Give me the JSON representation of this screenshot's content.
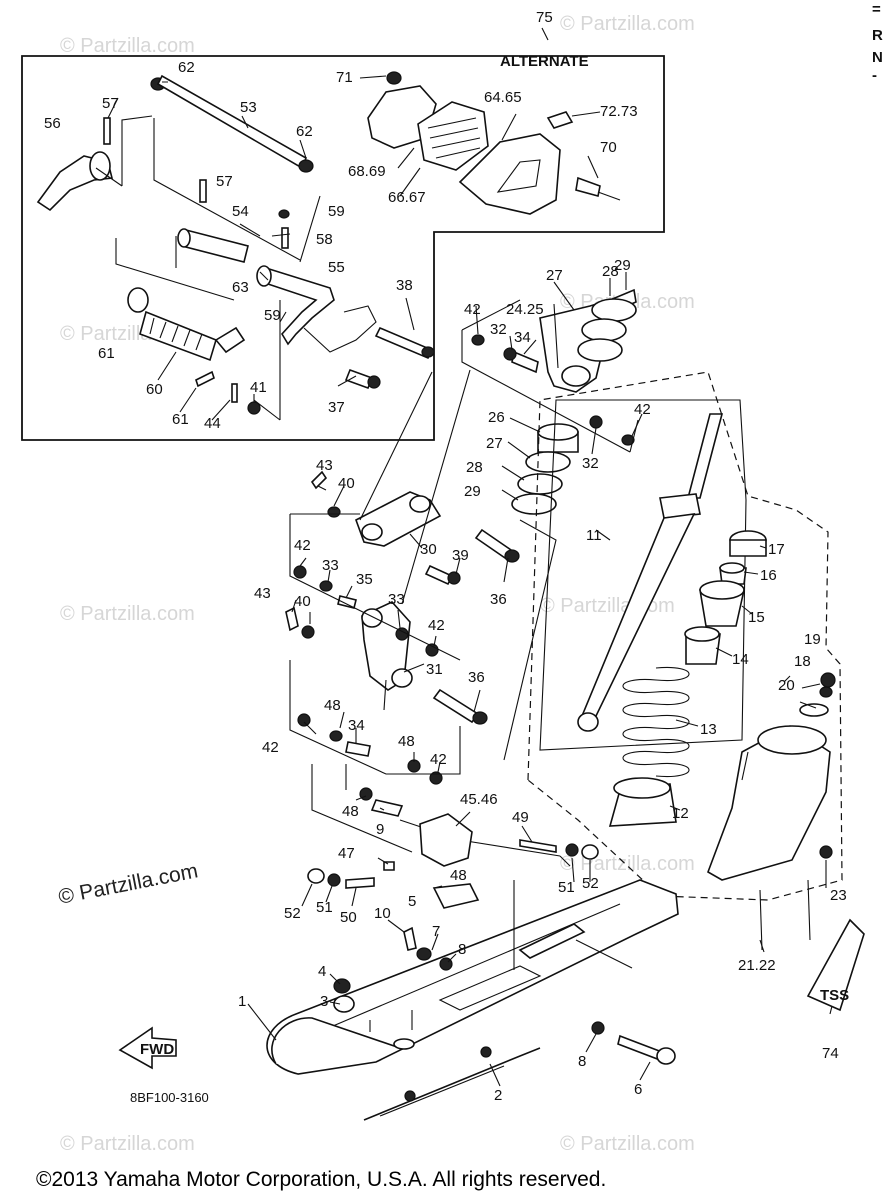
{
  "diagram": {
    "alternate_label": "ALTERNATE",
    "drawing_code": "8BF100-3160",
    "fwd_label": "FWD",
    "tag_label": "TSS",
    "watermark_dark": "© Partzilla.com",
    "watermark_light": "© Partzilla.com",
    "copyright": "©2013  Yamaha Motor Corporation, U.S.A. All rights reserved.",
    "edge_marks": [
      "=",
      "R",
      "N",
      "-"
    ]
  },
  "callouts": [
    {
      "id": "c75",
      "text": "75"
    },
    {
      "id": "c62a",
      "text": "62"
    },
    {
      "id": "c57a",
      "text": "57"
    },
    {
      "id": "c53",
      "text": "53"
    },
    {
      "id": "c56",
      "text": "56"
    },
    {
      "id": "c62b",
      "text": "62"
    },
    {
      "id": "c71",
      "text": "71"
    },
    {
      "id": "c6465",
      "text": "64.65"
    },
    {
      "id": "c7273",
      "text": "72.73"
    },
    {
      "id": "c70",
      "text": "70"
    },
    {
      "id": "c6869",
      "text": "68.69"
    },
    {
      "id": "c6667",
      "text": "66.67"
    },
    {
      "id": "c57b",
      "text": "57"
    },
    {
      "id": "c59a",
      "text": "59"
    },
    {
      "id": "c54",
      "text": "54"
    },
    {
      "id": "c58",
      "text": "58"
    },
    {
      "id": "c55",
      "text": "55"
    },
    {
      "id": "c63",
      "text": "63"
    },
    {
      "id": "c38",
      "text": "38"
    },
    {
      "id": "c59b",
      "text": "59"
    },
    {
      "id": "c61a",
      "text": "61"
    },
    {
      "id": "c60",
      "text": "60"
    },
    {
      "id": "c41",
      "text": "41"
    },
    {
      "id": "c61b",
      "text": "61"
    },
    {
      "id": "c44",
      "text": "44"
    },
    {
      "id": "c37",
      "text": "37"
    },
    {
      "id": "c27a",
      "text": "27"
    },
    {
      "id": "c28a",
      "text": "28"
    },
    {
      "id": "c29a",
      "text": "29"
    },
    {
      "id": "c42a",
      "text": "42"
    },
    {
      "id": "c2425",
      "text": "24.25"
    },
    {
      "id": "c32a",
      "text": "32"
    },
    {
      "id": "c34a",
      "text": "34"
    },
    {
      "id": "c42b",
      "text": "42"
    },
    {
      "id": "c26",
      "text": "26"
    },
    {
      "id": "c27b",
      "text": "27"
    },
    {
      "id": "c32b",
      "text": "32"
    },
    {
      "id": "c28b",
      "text": "28"
    },
    {
      "id": "c29b",
      "text": "29"
    },
    {
      "id": "c11",
      "text": "11"
    },
    {
      "id": "c43a",
      "text": "43"
    },
    {
      "id": "c40a",
      "text": "40"
    },
    {
      "id": "c30",
      "text": "30"
    },
    {
      "id": "c39",
      "text": "39"
    },
    {
      "id": "c42c",
      "text": "42"
    },
    {
      "id": "c33a",
      "text": "33"
    },
    {
      "id": "c35",
      "text": "35"
    },
    {
      "id": "c36a",
      "text": "36"
    },
    {
      "id": "c17",
      "text": "17"
    },
    {
      "id": "c16",
      "text": "16"
    },
    {
      "id": "c43b",
      "text": "43"
    },
    {
      "id": "c40b",
      "text": "40"
    },
    {
      "id": "c33b",
      "text": "33"
    },
    {
      "id": "c42d",
      "text": "42"
    },
    {
      "id": "c15",
      "text": "15"
    },
    {
      "id": "c31",
      "text": "31"
    },
    {
      "id": "c14",
      "text": "14"
    },
    {
      "id": "c19",
      "text": "19"
    },
    {
      "id": "c18",
      "text": "18"
    },
    {
      "id": "c20",
      "text": "20"
    },
    {
      "id": "c36b",
      "text": "36"
    },
    {
      "id": "c48a",
      "text": "48"
    },
    {
      "id": "c34b",
      "text": "34"
    },
    {
      "id": "c42e",
      "text": "42"
    },
    {
      "id": "c13",
      "text": "13"
    },
    {
      "id": "c48b",
      "text": "48"
    },
    {
      "id": "c42f",
      "text": "42"
    },
    {
      "id": "c4546",
      "text": "45.46"
    },
    {
      "id": "c48c",
      "text": "48"
    },
    {
      "id": "c9",
      "text": "9"
    },
    {
      "id": "c12",
      "text": "12"
    },
    {
      "id": "c49",
      "text": "49"
    },
    {
      "id": "c47",
      "text": "47"
    },
    {
      "id": "c48d",
      "text": "48"
    },
    {
      "id": "c51a",
      "text": "51"
    },
    {
      "id": "c52a",
      "text": "52"
    },
    {
      "id": "c5",
      "text": "5"
    },
    {
      "id": "c52b",
      "text": "52"
    },
    {
      "id": "c51b",
      "text": "51"
    },
    {
      "id": "c50",
      "text": "50"
    },
    {
      "id": "c23",
      "text": "23"
    },
    {
      "id": "c10",
      "text": "10"
    },
    {
      "id": "c7",
      "text": "7"
    },
    {
      "id": "c8a",
      "text": "8"
    },
    {
      "id": "c2122",
      "text": "21.22"
    },
    {
      "id": "c4",
      "text": "4"
    },
    {
      "id": "c3",
      "text": "3"
    },
    {
      "id": "c1",
      "text": "1"
    },
    {
      "id": "c74",
      "text": "74"
    },
    {
      "id": "c8b",
      "text": "8"
    },
    {
      "id": "c6",
      "text": "6"
    },
    {
      "id": "c2",
      "text": "2"
    }
  ]
}
